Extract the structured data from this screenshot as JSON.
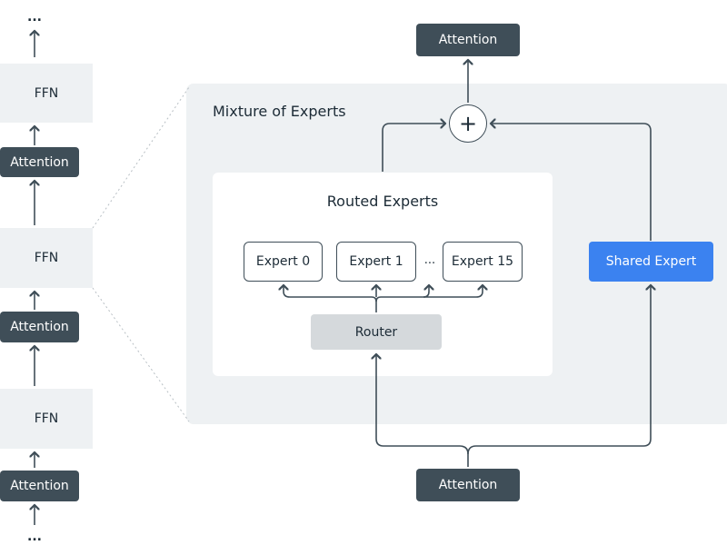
{
  "stack": {
    "top_ellipsis": "...",
    "bottom_ellipsis": "...",
    "ffn_label": "FFN",
    "attention_label": "Attention"
  },
  "moe": {
    "title": "Mixture of Experts",
    "top_attention": "Attention",
    "bottom_attention": "Attention",
    "combine_symbol": "+",
    "routed": {
      "title": "Routed Experts",
      "experts": [
        "Expert 0",
        "Expert 1",
        "Expert 15"
      ],
      "ellipsis": "...",
      "router": "Router"
    },
    "shared_expert": "Shared Expert"
  },
  "colors": {
    "dark_box": "#3f4e58",
    "panel_bg": "#eef1f3",
    "router_bg": "#d5d9dc",
    "shared_expert": "#3b82f0",
    "line": "#3f4e58"
  }
}
